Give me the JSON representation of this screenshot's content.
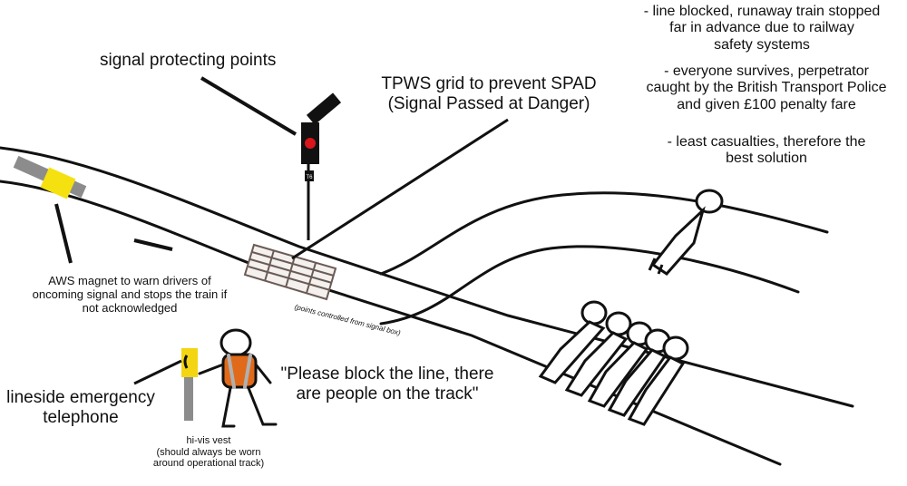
{
  "labels": {
    "signal_points": "signal protecting points",
    "tpws_line1": "TPWS grid to prevent SPAD",
    "tpws_line2": "(Signal Passed at Danger)",
    "aws_line1": "AWS magnet to warn drivers of",
    "aws_line2": "oncoming signal and stops the train if",
    "aws_line3": "not acknowledged",
    "telephone_line1": "lineside emergency",
    "telephone_line2": "telephone",
    "quote_line1": "\"Please block the line, there",
    "quote_line2": "are people on the track\"",
    "hivis_line1": "hi-vis vest",
    "hivis_line2": "(should always be worn",
    "hivis_line3": "around operational track)",
    "points_note": "(points controlled from signal box)",
    "signal_plate": "T6"
  },
  "notes": [
    {
      "lines": [
        "- line blocked, runaway train stopped",
        "far in advance due to railway",
        "safety systems"
      ]
    },
    {
      "lines": [
        "- everyone survives, perpetrator",
        "caught by the British Transport Police",
        "and given £100 penalty fare"
      ]
    },
    {
      "lines": [
        "- least casualties, therefore the",
        "best solution"
      ]
    }
  ],
  "colors": {
    "signal_red": "#d8161c",
    "aws_yellow": "#f5e10f",
    "telephone_yellow": "#f3d512",
    "hivis_orange": "#e06a1a",
    "grey": "#8c8c8c"
  },
  "icons": [
    "signal-icon",
    "aws-magnet-icon",
    "tpws-grid-icon",
    "telephone-icon",
    "worker-figure-icon",
    "person-lying-icon"
  ]
}
